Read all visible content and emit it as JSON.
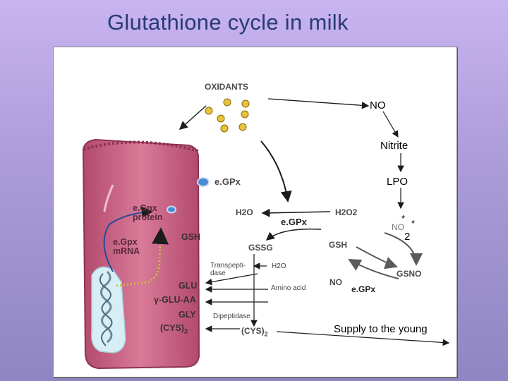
{
  "slide_title": "Glutathione cycle in milk",
  "figure": {
    "oxidants": "OXIDANTS",
    "egpx_top": "e.GPx",
    "egpx_protein": "e.Gpx\nprotein",
    "egpx_mrna": "e.Gpx\nmRNA",
    "gsh_cell": "GSH",
    "glu": "GLU",
    "gamma_glu_aa": "γ-GLU-AA",
    "gly": "GLY",
    "cys_cell": "(CYS)",
    "cys_cell_sub": "2",
    "h2o_left": "H2O",
    "egpx_center": "e.GPx",
    "h2o2": "H2O2",
    "gssg": "GSSG",
    "gsh_right": "GSH",
    "transpeptidase": "Transpepti-\ndase",
    "h2o_mid": "H2O",
    "amino_acid": "Amino acid",
    "dipeptidase": "Dipeptidase",
    "cys_bottom": "(CYS)",
    "cys_bottom_sub": "2",
    "gsno": "GSNO",
    "no_bottom": "NO",
    "egpx_bottom": "e.GPx",
    "no_faded": "NO"
  },
  "overlay": {
    "no": "NO",
    "nitrite": "Nitrite",
    "lpo": "LPO",
    "star_a": "*",
    "star_b": "*",
    "two": "2",
    "supply": "Supply to the young"
  },
  "colors": {
    "cell_fill": "#c45f80",
    "cell_edge": "#8c3352",
    "nucleus": "#d8eef6",
    "arrow": "#1c1c1c",
    "curved_arrow": "#7a7a7a"
  }
}
